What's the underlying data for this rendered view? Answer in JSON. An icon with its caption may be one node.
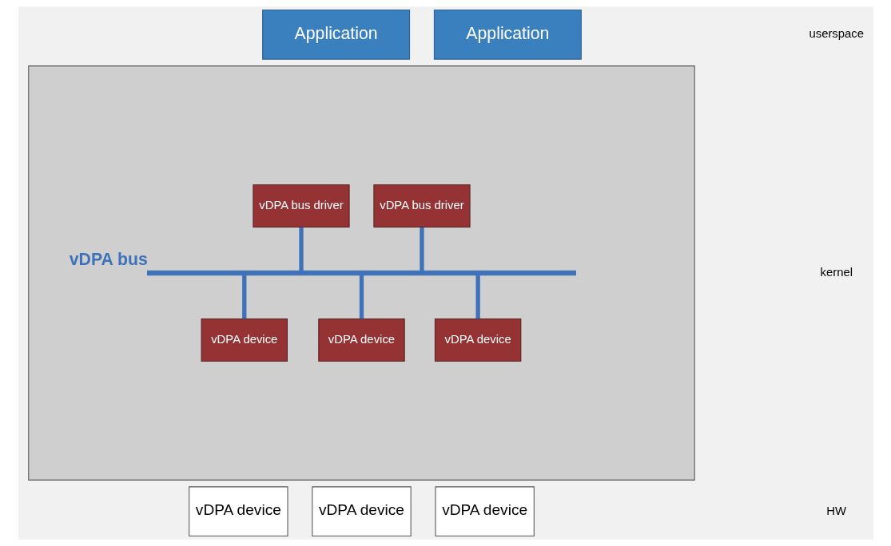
{
  "diagram": {
    "nodes": [
      {
        "text": [
          "Application"
        ]
      },
      {
        "text": [
          "Application"
        ]
      },
      {
        "text": [],
        "shape": "box"
      },
      {
        "text": [
          "vDPA bus driver"
        ],
        "in": 2
      },
      {
        "text": [
          "vDPA bus driver"
        ],
        "in": 2
      },
      {
        "text": [
          "vDPA bus"
        ],
        "in": 2
      },
      {
        "text": [
          "vDPA device"
        ],
        "in": 2
      },
      {
        "text": [
          "vDPA device"
        ],
        "in": 2
      },
      {
        "text": [
          "vDPA device"
        ],
        "in": 2
      },
      {
        "text": [
          "vDPA device"
        ]
      },
      {
        "text": [
          "vDPA device"
        ]
      },
      {
        "text": [
          "vDPA device"
        ]
      }
    ],
    "edges": [
      {
        "from": 3,
        "to": 5,
        "arrow": "none"
      },
      {
        "from": 4,
        "to": 5,
        "arrow": "none"
      },
      {
        "from": 5,
        "to": 6,
        "arrow": "none"
      },
      {
        "from": 5,
        "to": 7,
        "arrow": "none"
      },
      {
        "from": 5,
        "to": 8,
        "arrow": "none"
      }
    ],
    "labels": [
      "userspace",
      "kernel",
      "HW"
    ]
  }
}
